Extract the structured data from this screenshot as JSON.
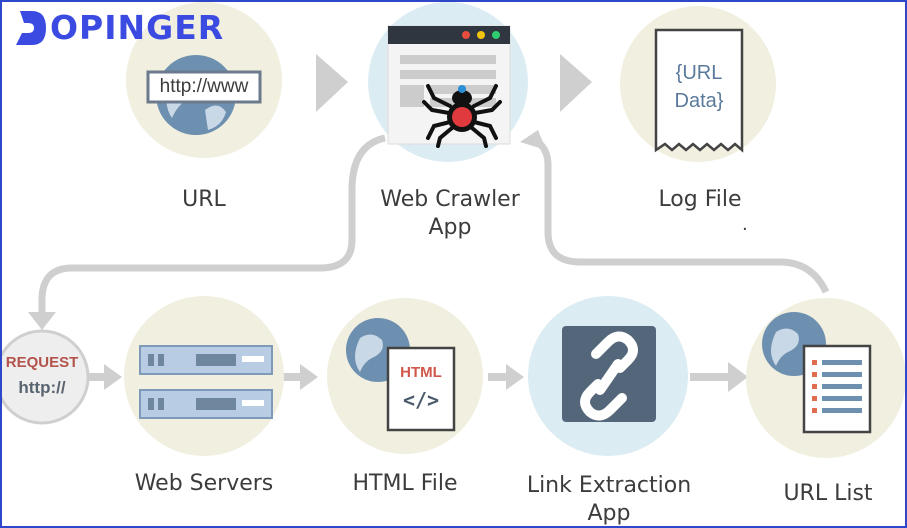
{
  "brand": {
    "name": "OPINGER"
  },
  "nodes": {
    "url": {
      "label": "URL",
      "badge": "http://www"
    },
    "crawler": {
      "label_line1": "Web Crawler",
      "label_line2": "App"
    },
    "logfile": {
      "label": "Log File",
      "doc_line1": "{URL",
      "doc_line2": "Data}",
      "mark": "."
    },
    "request": {
      "line1": "REQUEST",
      "line2": "http://"
    },
    "servers": {
      "label": "Web Servers"
    },
    "html": {
      "label": "HTML File",
      "doc_tag": "HTML",
      "doc_code": "</>"
    },
    "link": {
      "label_line1": "Link Extraction",
      "label_line2": "App"
    },
    "urllist": {
      "label": "URL List"
    }
  },
  "colors": {
    "circle_fill": "#f1efdf",
    "circle_blue": "#dcecf3",
    "arrow": "#cfcfcf",
    "globe": "#6d8fb0",
    "text": "#3c3c3c",
    "brand": "#3b4be2",
    "request_text": "#b4534b",
    "frame": "#2f47c9"
  }
}
